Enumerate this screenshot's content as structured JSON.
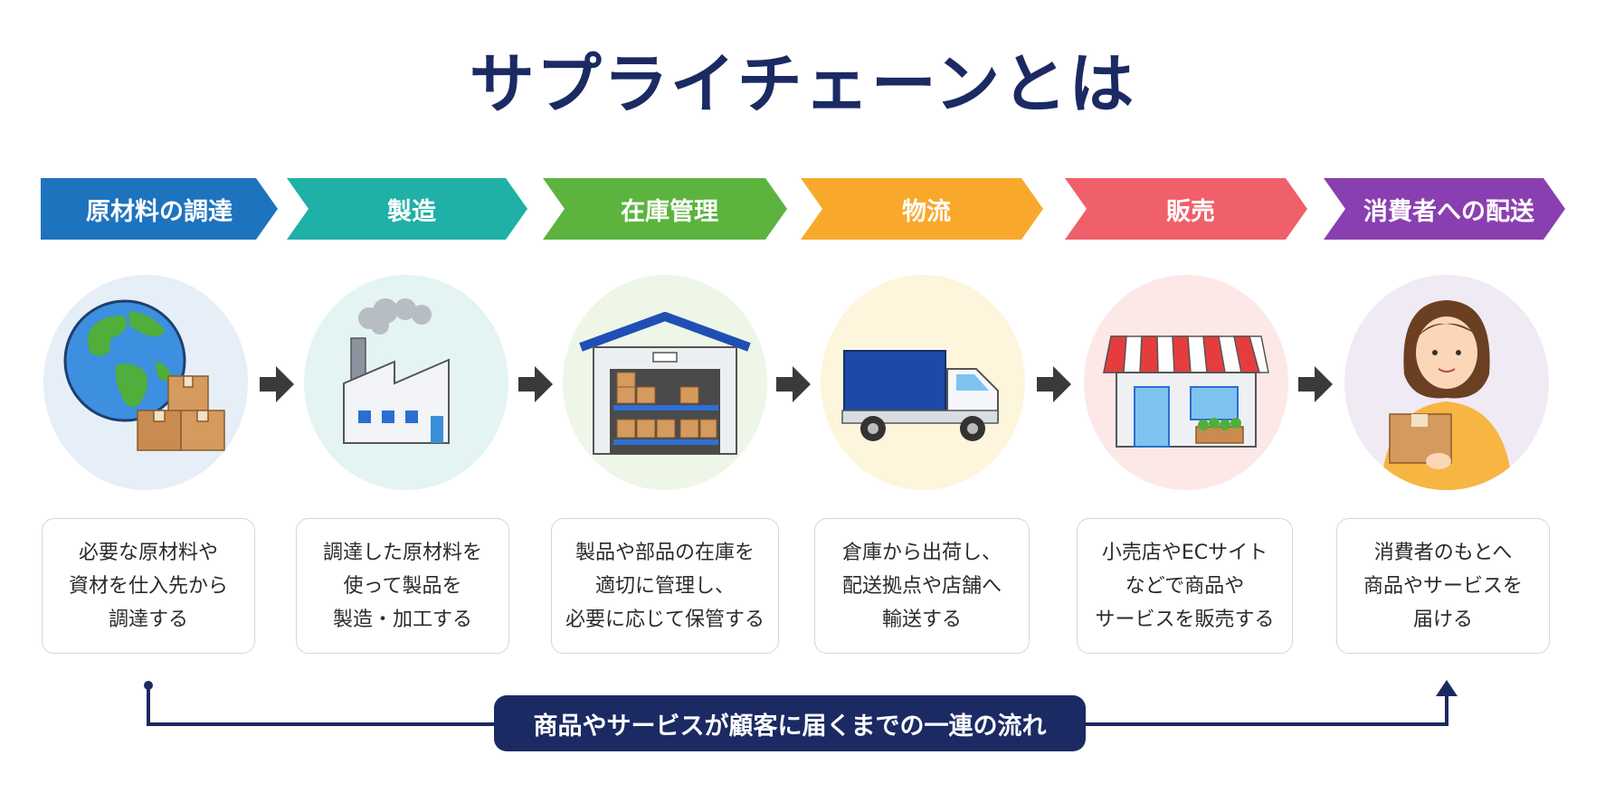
{
  "title": "サプライチェーンとは",
  "steps": [
    {
      "label": "原材料の調達",
      "color": "#1e73be",
      "icon": "globe-boxes-icon",
      "lines": [
        "必要な原材料や",
        "資材を仕入先から",
        "調達する"
      ]
    },
    {
      "label": "製造",
      "color": "#1fb0a8",
      "icon": "factory-icon",
      "lines": [
        "調達した原材料を",
        "使って製品を",
        "製造・加工する"
      ]
    },
    {
      "label": "在庫管理",
      "color": "#5cb43e",
      "icon": "warehouse-icon",
      "lines": [
        "製品や部品の在庫を",
        "適切に管理し、",
        "必要に応じて保管する"
      ]
    },
    {
      "label": "物流",
      "color": "#f8a92b",
      "icon": "truck-icon",
      "lines": [
        "倉庫から出荷し、",
        "配送拠点や店舗へ",
        "輸送する"
      ]
    },
    {
      "label": "販売",
      "color": "#f0606a",
      "icon": "store-icon",
      "lines": [
        "小売店やECサイト",
        "などで商品や",
        "サービスを販売する"
      ]
    },
    {
      "label": "消費者への配送",
      "color": "#8a3fb0",
      "icon": "consumer-with-box-icon",
      "lines": [
        "消費者のもとへ",
        "商品やサービスを",
        "届ける"
      ]
    }
  ],
  "flow_caption": "商品やサービスが顧客に届くまでの一連の流れ",
  "colors": {
    "title": "#1b2a63",
    "arrow": "#3a3a3a",
    "flow": "#1b2a63"
  }
}
